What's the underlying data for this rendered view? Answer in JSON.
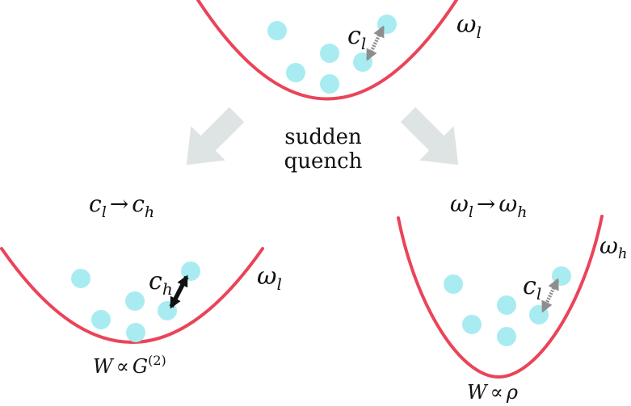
{
  "colors": {
    "trap": "#ea4459",
    "particle": "#a8ecf2",
    "arrow_gray": "#8e8e8e",
    "arrow_black": "#111111",
    "big_arrow": "#dee3e3",
    "text": "#111111"
  },
  "center": {
    "line1": "sudden",
    "line2": "quench"
  },
  "top_panel": {
    "trap_label": {
      "sym": "ω",
      "sub": "l"
    },
    "coupling_label": {
      "sym": "c",
      "sub": "l"
    }
  },
  "left_panel": {
    "process": {
      "from_sym": "c",
      "from_sub": "l",
      "arrow": "→",
      "to_sym": "c",
      "to_sub": "h"
    },
    "trap_label": {
      "sym": "ω",
      "sub": "l"
    },
    "coupling_label": {
      "sym": "c",
      "sub": "h"
    },
    "work": {
      "lhs": "W",
      "rel": "∝",
      "rhs": "G",
      "sup": "(2)"
    }
  },
  "right_panel": {
    "process": {
      "from_sym": "ω",
      "from_sub": "l",
      "arrow": "→",
      "to_sym": "ω",
      "to_sub": "h"
    },
    "trap_label": {
      "sym": "ω",
      "sub": "h"
    },
    "coupling_label": {
      "sym": "c",
      "sub": "l"
    },
    "work": {
      "lhs": "W",
      "rel": "∝",
      "rhs": "ρ"
    }
  }
}
